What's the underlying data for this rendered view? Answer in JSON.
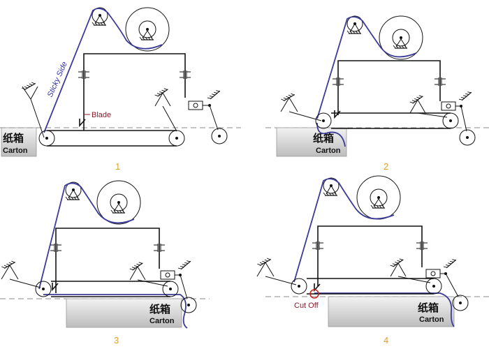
{
  "panels": [
    {
      "number": "1",
      "carton_cn": "纸箱",
      "carton_en": "Carton",
      "annotations": [
        {
          "kind": "sticky",
          "text": "Sticky Side"
        },
        {
          "kind": "blade",
          "text": "Blade"
        }
      ]
    },
    {
      "number": "2",
      "carton_cn": "纸箱",
      "carton_en": "Carton",
      "annotations": []
    },
    {
      "number": "3",
      "carton_cn": "纸箱",
      "carton_en": "Carton",
      "annotations": []
    },
    {
      "number": "4",
      "carton_cn": "纸箱",
      "carton_en": "Carton",
      "annotations": [
        {
          "kind": "cutoff",
          "text": "Cut Off"
        }
      ]
    }
  ],
  "colors": {
    "tape": "#3b3b9a",
    "annotation": "#8b1a2b",
    "step_number": "#e0a030",
    "carton_fill": "#d6d6d6",
    "cut_marker": "#cc2222"
  }
}
